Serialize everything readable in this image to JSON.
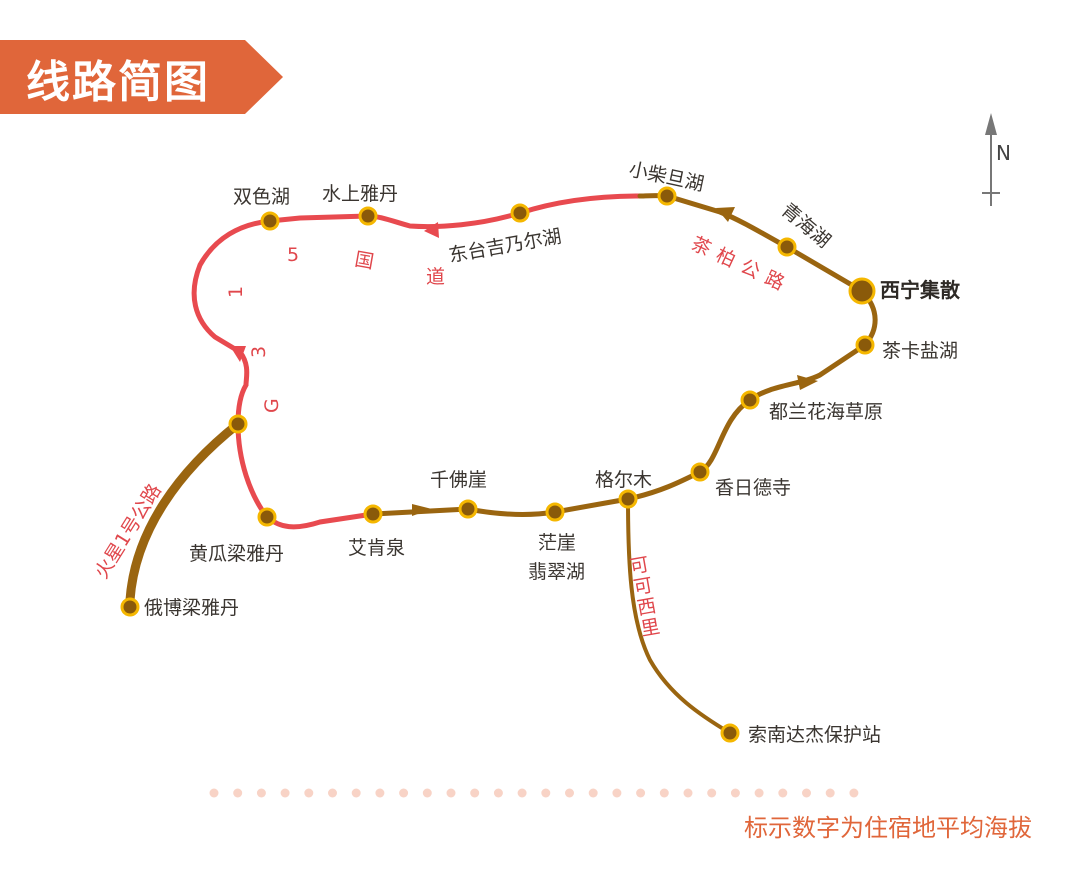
{
  "header": {
    "title": "线路简图"
  },
  "compass": {
    "label": "N"
  },
  "roads": {
    "g315": [
      "G",
      "3",
      "1",
      "5",
      "国",
      "道"
    ],
    "chaer": "茶柏公路",
    "keke": "可可西里",
    "mars": "火星1号公路"
  },
  "stops": {
    "xining": "西宁集散",
    "qinghai_lake": "青海湖",
    "xiaochaidan": "小柴旦湖",
    "dongtai": "东台吉乃尔湖",
    "shuishang": "水上雅丹",
    "shuangse": "双色湖",
    "huanggualiang": "黄瓜梁雅丹",
    "ebo": "俄博梁雅丹",
    "aikenquan": "艾肯泉",
    "qianfoya": "千佛崖",
    "mangya": "茫崖",
    "feicui": "翡翠湖",
    "geermu": "格尔木",
    "xiangride": "香日德寺",
    "dulan": "都兰花海草原",
    "chaka": "茶卡盐湖",
    "suonan": "索南达杰保护站"
  },
  "footer": {
    "note": "标示数字为住宿地平均海拔"
  },
  "colors": {
    "accent": "#e0663a",
    "red_route": "#e84a4f",
    "brown_route": "#9a6510",
    "stop_ring": "#f5b700",
    "stop_fill": "#8a5a0a"
  }
}
